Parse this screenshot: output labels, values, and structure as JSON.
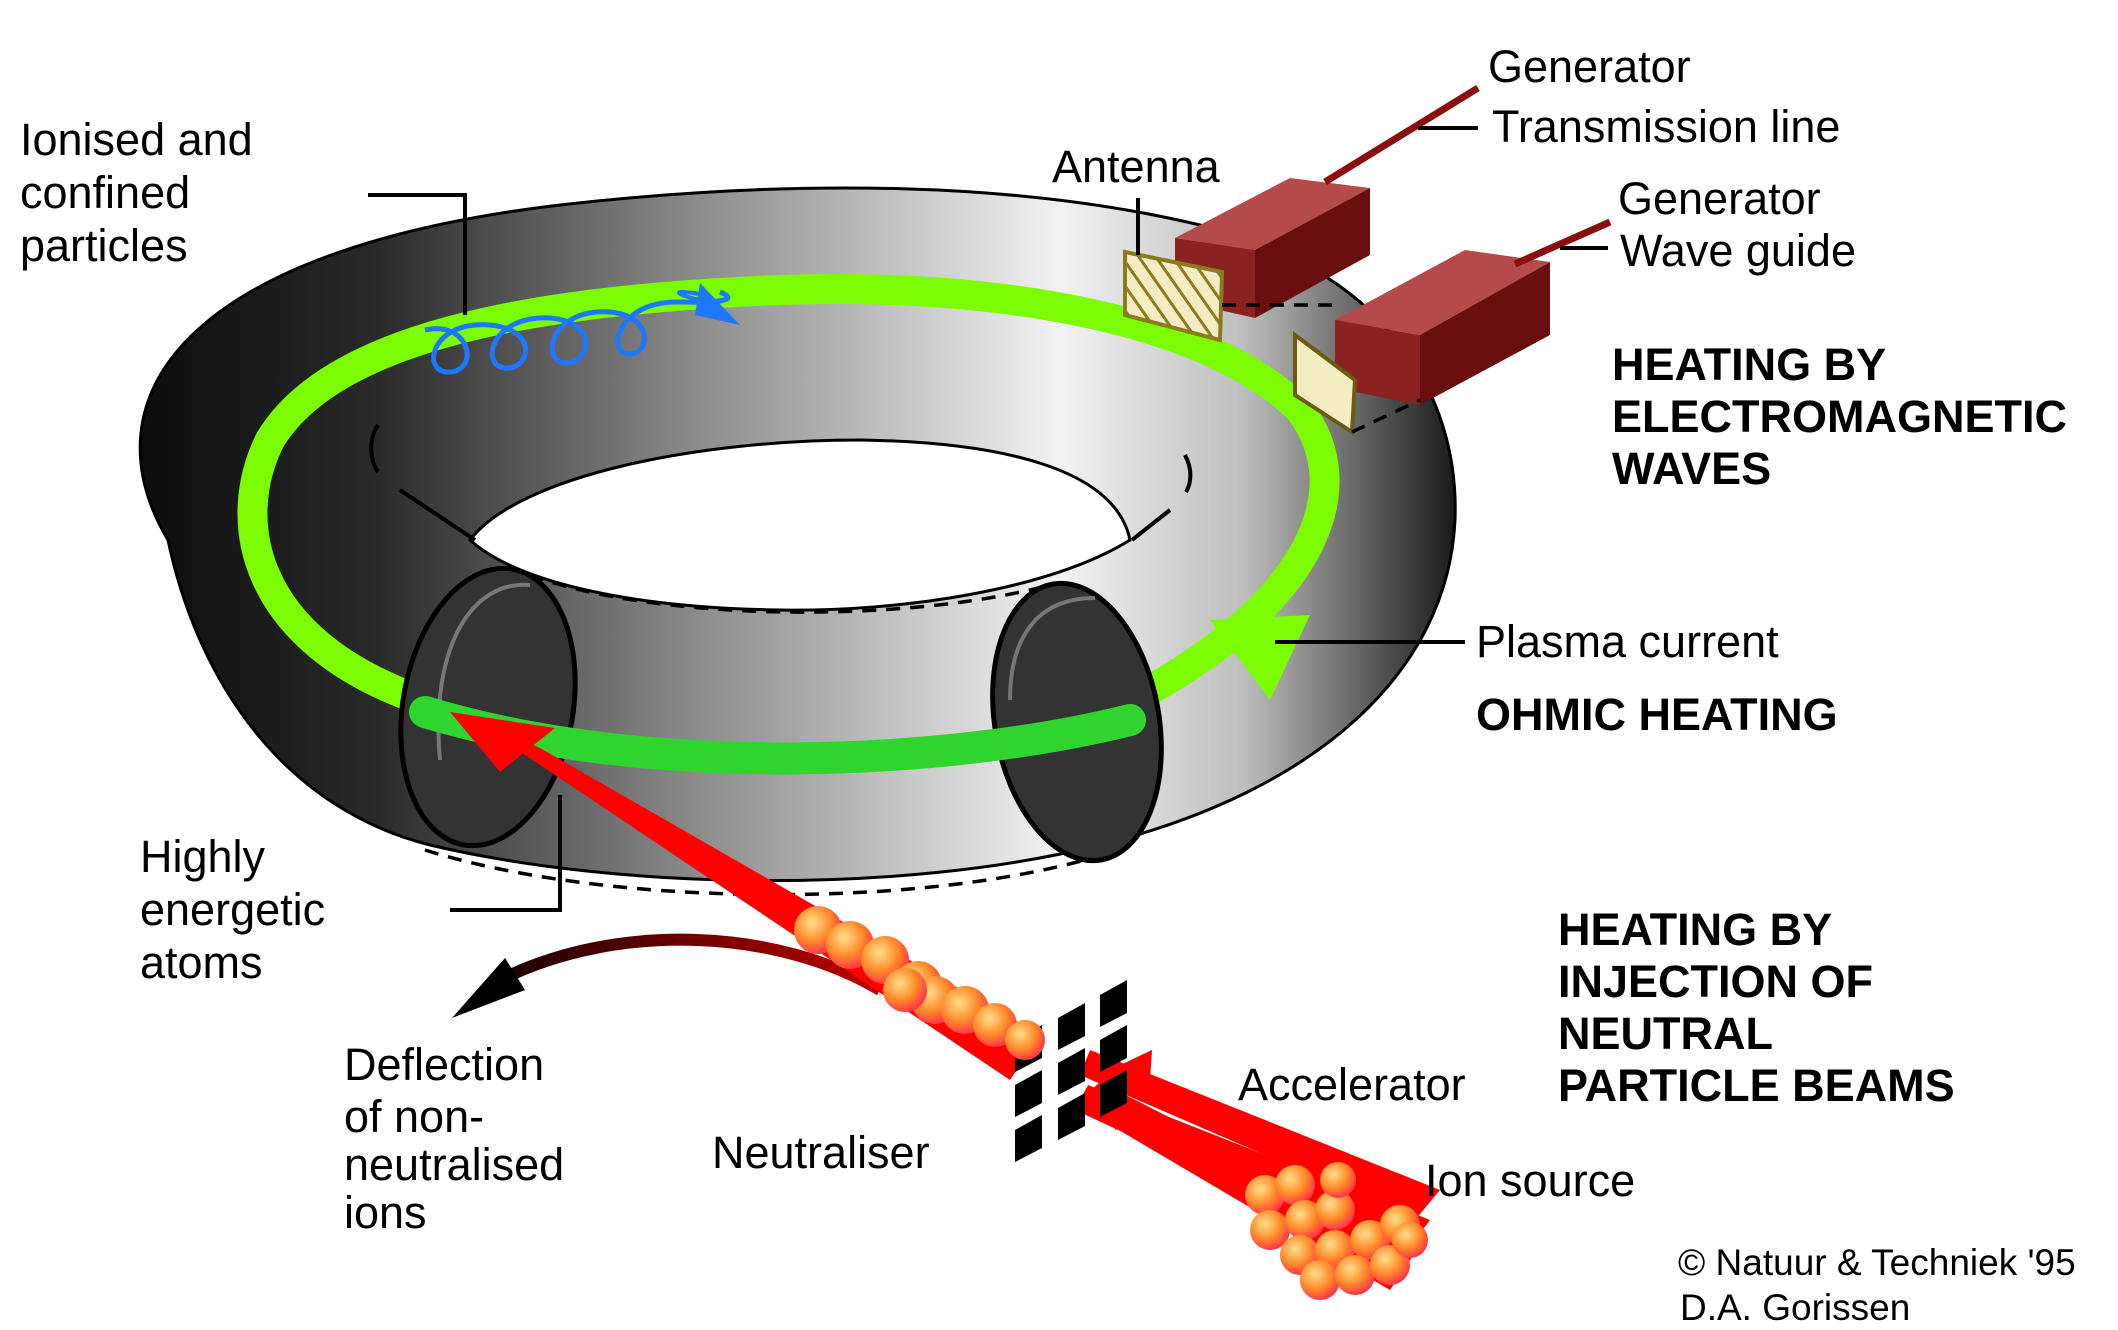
{
  "labels": {
    "ionised_1": "Ionised and",
    "ionised_2": "confined",
    "ionised_3": "particles",
    "generator_top": "Generator",
    "transmission_line": "Transmission line",
    "antenna": "Antenna",
    "generator_mid": "Generator",
    "wave_guide": "Wave guide",
    "plasma_current": "Plasma current",
    "highly_1": "Highly",
    "highly_2": "energetic",
    "highly_3": "atoms",
    "deflection_1": "Deflection",
    "deflection_2": "of non-",
    "deflection_3": "neutralised",
    "deflection_4": "ions",
    "neutraliser": "Neutraliser",
    "accelerator": "Accelerator",
    "ion_source": "Ion source"
  },
  "headings": {
    "em_1": "HEATING BY",
    "em_2": "ELECTROMAGNETIC",
    "em_3": "WAVES",
    "ohmic": "OHMIC HEATING",
    "nbi_1": "HEATING BY",
    "nbi_2": "INJECTION OF",
    "nbi_3": "NEUTRAL",
    "nbi_4": "PARTICLE BEAMS"
  },
  "credit": {
    "line1": "© Natuur & Techniek '95",
    "line2": "D.A. Gorissen"
  },
  "colors": {
    "plasma": "#7cfc00",
    "beam": "#ff0000",
    "waveguide": "#a03c3c",
    "spiral": "#1e78ff",
    "antenna": "#8b7a1e"
  }
}
